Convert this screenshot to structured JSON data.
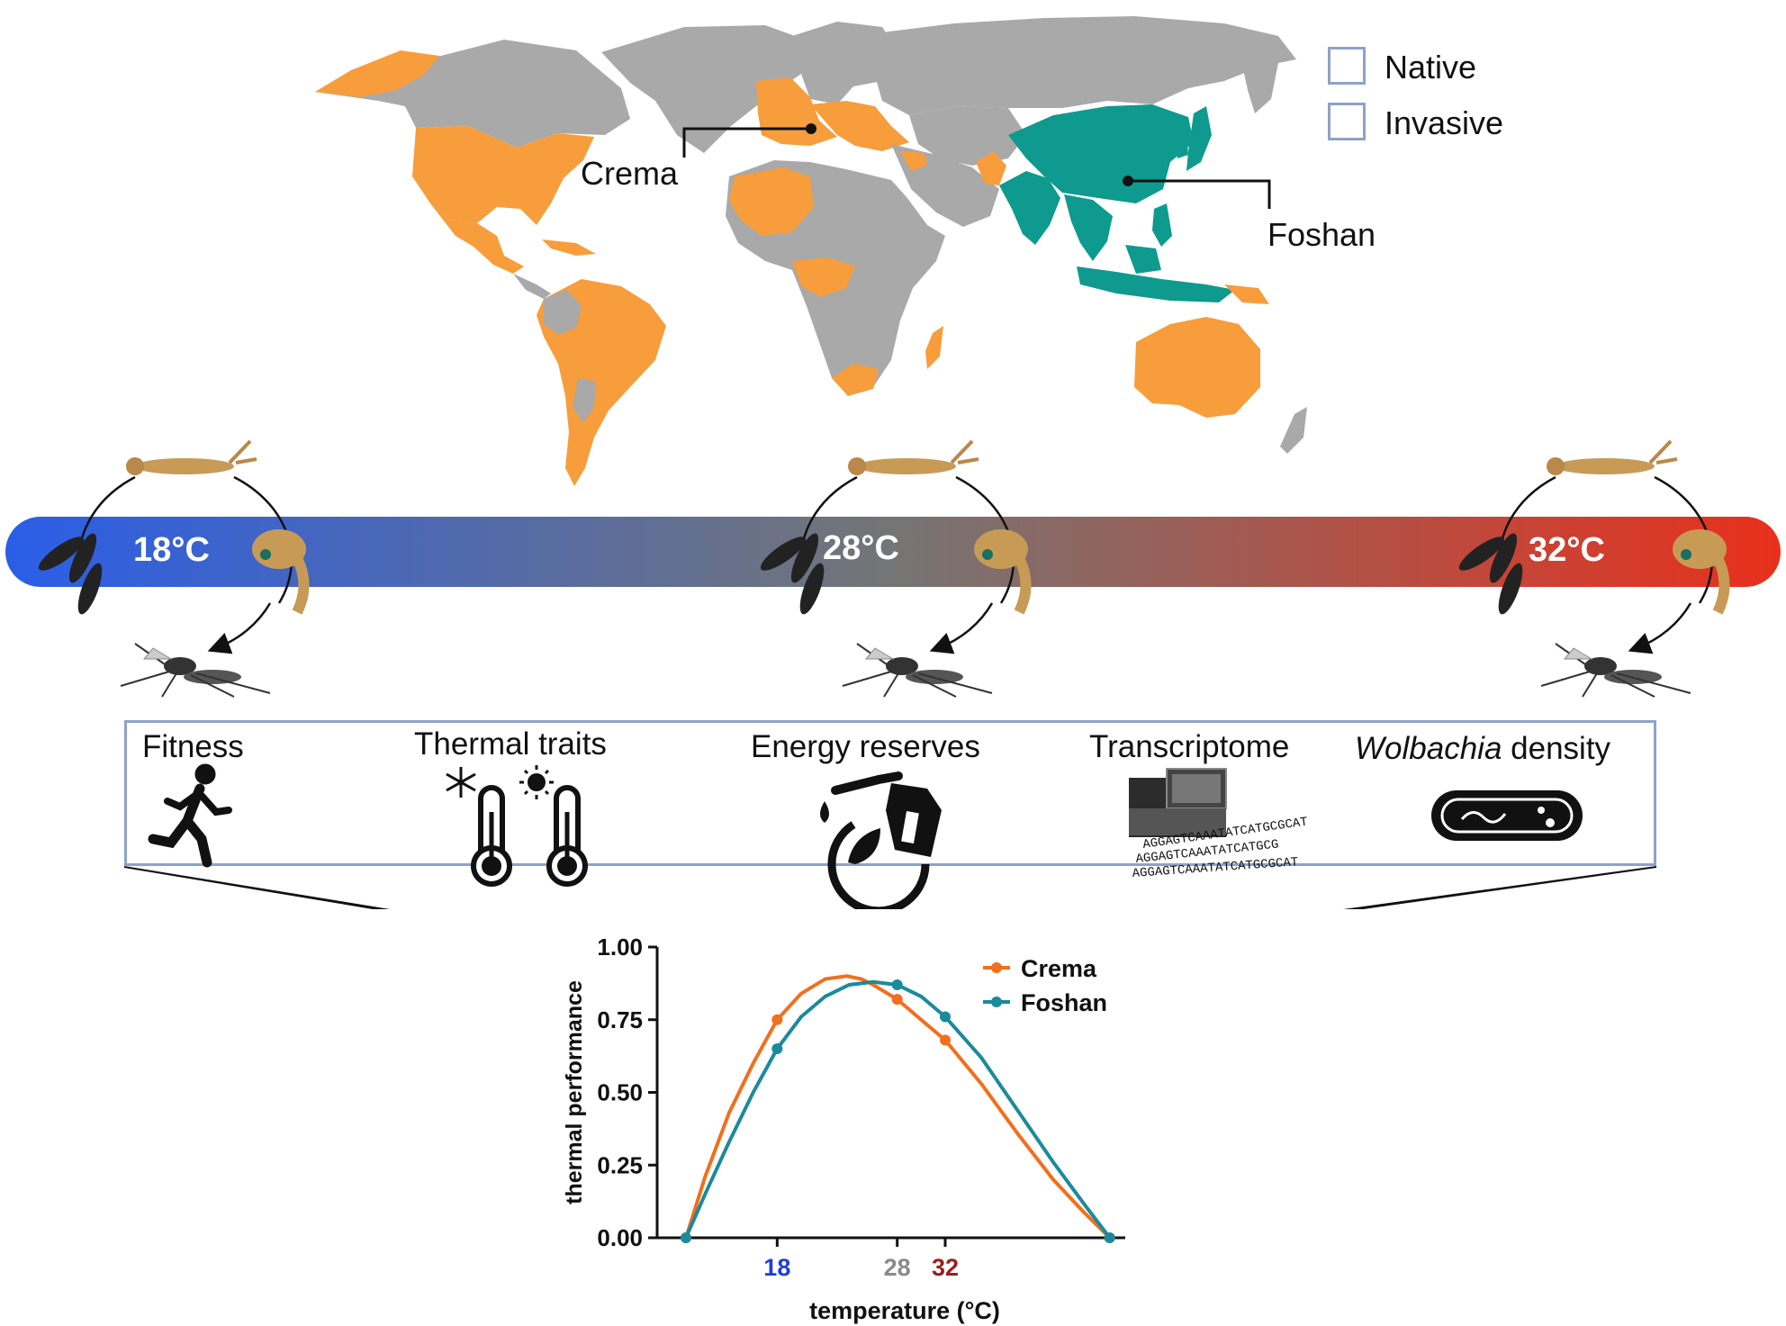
{
  "legend": {
    "items": [
      {
        "label": "Native",
        "color": "#0e9a8e"
      },
      {
        "label": "Invasive",
        "color": "#f79d3c"
      }
    ]
  },
  "map": {
    "land_color": "#a9a9a9",
    "locations": {
      "crema": "Crema",
      "foshan": "Foshan"
    }
  },
  "temperature_bar": {
    "cold_color": "#2a5ee8",
    "mid_color": "#777777",
    "hot_color": "#e8301c",
    "labels": [
      "18°C",
      "28°C",
      "32°C"
    ],
    "life_cycle_icons": [
      "eggs-icon",
      "larva-icon",
      "pupa-icon",
      "adult-mosquito-icon"
    ]
  },
  "traits": {
    "fitness": "Fitness",
    "thermal": "Thermal traits",
    "energy": "Energy reserves",
    "transcriptome": "Transcriptome",
    "wolbachia_italic": "Wolbachia",
    "wolbachia_rest": " density",
    "sequence_text": [
      "AGGAGTCAAATATCATGCGCAT",
      "AGGAGTCAAATATCATGCG",
      "AGGAGTCAAATATCATGCGCAT"
    ]
  },
  "chart_data": {
    "type": "line",
    "xlabel": "temperature (°C)",
    "ylabel": "thermal performance",
    "ylim": [
      0,
      1
    ],
    "yticks": [
      "0.00",
      "0.25",
      "0.50",
      "0.75",
      "1.00"
    ],
    "xticks": [
      {
        "value": 18,
        "label": "18",
        "color": "#1f3fd6"
      },
      {
        "value": 28,
        "label": "28",
        "color": "#8a8a8a"
      },
      {
        "value": 32,
        "label": "32",
        "color": "#9a1e1e"
      }
    ],
    "legend_position": "top-right",
    "series": [
      {
        "name": "Crema",
        "color": "#f26f1d",
        "points": [
          [
            10.4,
            0
          ],
          [
            18,
            0.75
          ],
          [
            28,
            0.82
          ],
          [
            32,
            0.68
          ],
          [
            45.7,
            0
          ]
        ],
        "curve": [
          [
            10.4,
            0
          ],
          [
            12,
            0.21
          ],
          [
            14,
            0.43
          ],
          [
            16,
            0.6
          ],
          [
            18,
            0.75
          ],
          [
            20,
            0.84
          ],
          [
            22,
            0.89
          ],
          [
            23.8,
            0.9
          ],
          [
            25,
            0.89
          ],
          [
            26,
            0.87
          ],
          [
            28,
            0.82
          ],
          [
            30,
            0.75
          ],
          [
            32,
            0.68
          ],
          [
            35,
            0.53
          ],
          [
            38,
            0.36
          ],
          [
            41,
            0.2
          ],
          [
            43.5,
            0.09
          ],
          [
            45.7,
            0
          ]
        ]
      },
      {
        "name": "Foshan",
        "color": "#1b8a9c",
        "points": [
          [
            10.4,
            0
          ],
          [
            18,
            0.65
          ],
          [
            28,
            0.87
          ],
          [
            32,
            0.76
          ],
          [
            45.7,
            0
          ]
        ],
        "curve": [
          [
            10.4,
            0
          ],
          [
            12,
            0.15
          ],
          [
            14,
            0.33
          ],
          [
            16,
            0.5
          ],
          [
            18,
            0.65
          ],
          [
            20,
            0.76
          ],
          [
            22,
            0.83
          ],
          [
            24,
            0.87
          ],
          [
            26,
            0.88
          ],
          [
            28,
            0.87
          ],
          [
            30,
            0.83
          ],
          [
            32,
            0.76
          ],
          [
            35,
            0.62
          ],
          [
            38,
            0.44
          ],
          [
            41,
            0.26
          ],
          [
            43.5,
            0.12
          ],
          [
            45.7,
            0
          ]
        ]
      }
    ]
  }
}
